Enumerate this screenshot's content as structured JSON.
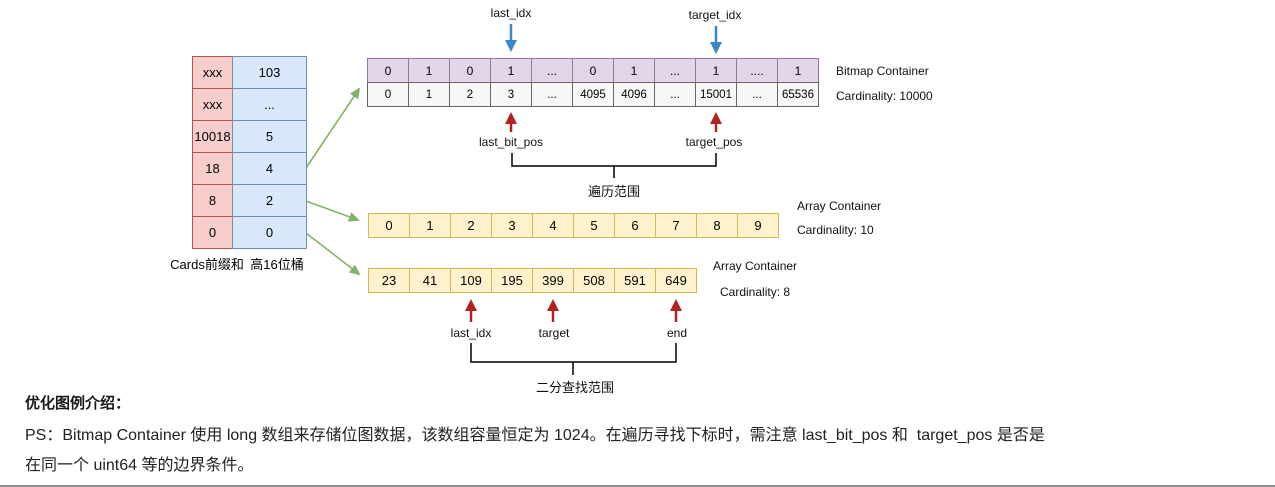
{
  "left_table": {
    "rows": [
      {
        "prefix": "xxx",
        "bucket": "103"
      },
      {
        "prefix": "xxx",
        "bucket": "..."
      },
      {
        "prefix": "10018",
        "bucket": "5"
      },
      {
        "prefix": "18",
        "bucket": "4"
      },
      {
        "prefix": "8",
        "bucket": "2"
      },
      {
        "prefix": "0",
        "bucket": "0"
      }
    ],
    "caption_left": "Cards前缀和",
    "caption_right": "高16位桶"
  },
  "bitmap_container": {
    "bits": [
      "0",
      "1",
      "0",
      "1",
      "...",
      "0",
      "1",
      "...",
      "1",
      "....",
      "1"
    ],
    "indices": [
      "0",
      "1",
      "2",
      "3",
      "...",
      "4095",
      "4096",
      "...",
      "15001",
      "...",
      "65536"
    ],
    "title": "Bitmap Container",
    "cardinality": "Cardinality: 10000",
    "pointer_last_idx": "last_idx",
    "pointer_target_idx": "target_idx",
    "pointer_last_bit_pos": "last_bit_pos",
    "pointer_target_pos": "target_pos",
    "range_label": "遍历范围"
  },
  "array_container_1": {
    "cells": [
      "0",
      "1",
      "2",
      "3",
      "4",
      "5",
      "6",
      "7",
      "8",
      "9"
    ],
    "title": "Array Container",
    "cardinality": "Cardinality: 10"
  },
  "array_container_2": {
    "cells": [
      "23",
      "41",
      "109",
      "195",
      "399",
      "508",
      "591",
      "649"
    ],
    "title": "Array Container",
    "cardinality": "Cardinality: 8",
    "pointer_last_idx": "last_idx",
    "pointer_target": "target",
    "pointer_end": "end",
    "range_label": "二分查找范围"
  },
  "footer": {
    "heading": "优化图例介绍：",
    "line1": "PS：Bitmap Container 使用 long 数组来存储位图数据，该数组容量恒定为 1024。在遍历寻找下标时，需注意 last_bit_pos 和  target_pos 是否是",
    "line2": "在同一个 uint64 等的边界条件。"
  },
  "colors": {
    "pink_fill": "#F8CECC",
    "pink_border": "#B85450",
    "blue_fill": "#DAE8FC",
    "blue_border": "#6C8EBF",
    "purple_fill": "#E1D5E7",
    "purple_border": "#9673A6",
    "gray_fill": "#F7F7F7",
    "gray_border": "#666666",
    "yellow_fill": "#FFF2CC",
    "yellow_border": "#D6B656",
    "green_arrow": "#82B366",
    "blue_arrow": "#3887C8",
    "red_arrow": "#B22222"
  }
}
